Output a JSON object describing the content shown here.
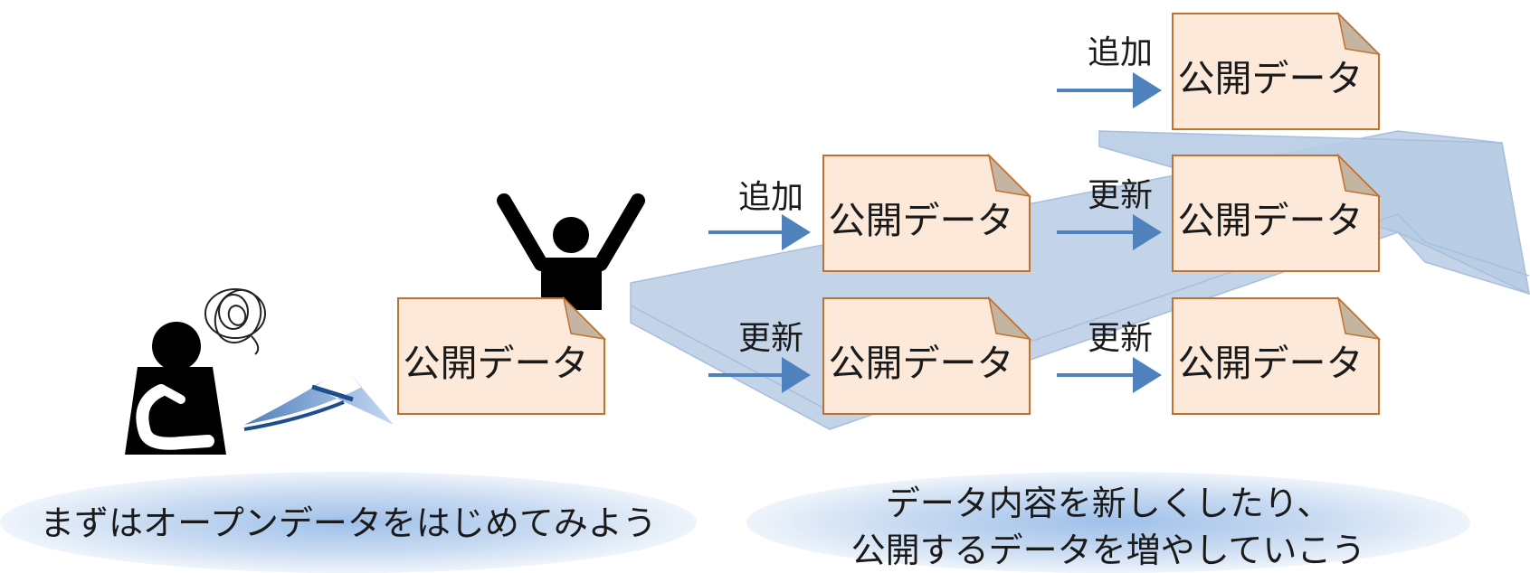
{
  "document_label": "公開データ",
  "actions": {
    "add": "追加",
    "update": "更新"
  },
  "captions": {
    "left": "まずはオープンデータをはじめてみよう",
    "right_line1": "データ内容を新しくしたり、",
    "right_line2": "公開するデータを増やしていこう"
  },
  "colors": {
    "document_fill": "#fde9d9",
    "document_border": "#c0712e",
    "document_fold": "#c4b4a2",
    "arrow": "#4f81bd",
    "band": "#b8cce4",
    "ellipse": "#c6d9f1"
  },
  "icons": [
    "confused-person-icon",
    "scribble-icon",
    "cheering-person-icon",
    "curved-arrow-icon",
    "stair-arrow-icon"
  ]
}
